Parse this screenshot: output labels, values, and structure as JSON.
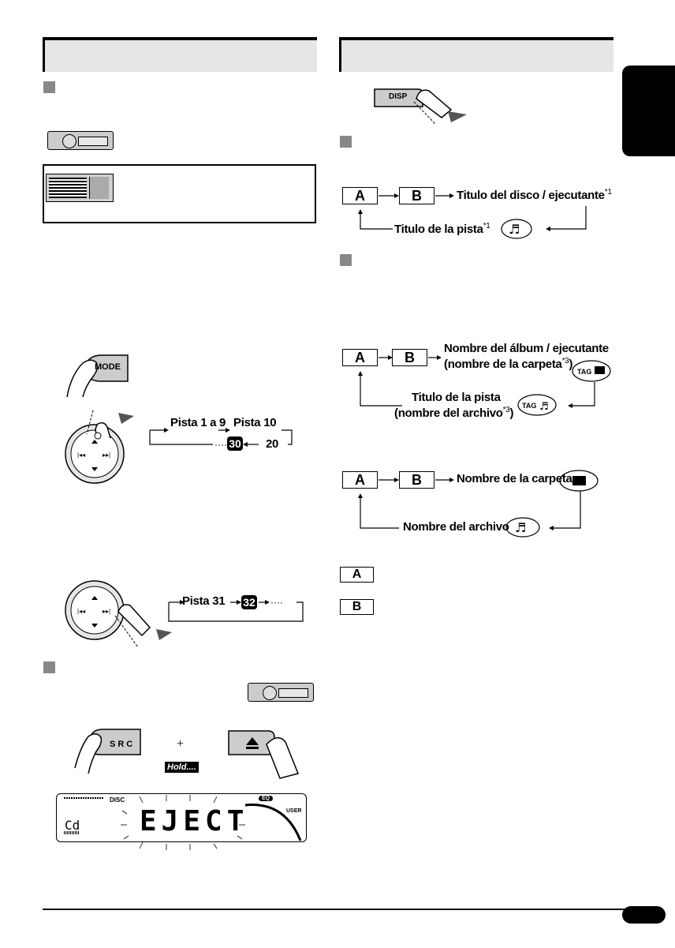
{
  "labels": {
    "pista_1_9": "Pista 1 a 9",
    "pista_10": "Pista 10",
    "pista_20": "20",
    "pista_30": "30",
    "pista_31": "Pista 31",
    "pista_32": "32",
    "hold": "Hold....",
    "plus": "+",
    "mode_btn": "MODE",
    "disp_btn": "DISP",
    "src_btn": "SRC",
    "tag": "TAG"
  },
  "display": {
    "disc": "DISC",
    "eq": "EQ",
    "user": "USER",
    "cd": "Cd",
    "eject": "EJECT"
  },
  "diagram_cd": {
    "box_a": "A",
    "box_b": "B",
    "title_disc": "Titulo del disco / ejecutante",
    "title_disc_note": "*1",
    "track_title": "Titulo de la pista",
    "track_title_note": "*1"
  },
  "diagram_tag": {
    "box_a": "A",
    "box_b": "B",
    "album": "Nombre del álbum / ejecutante",
    "folder_name": "(nombre de la carpeta",
    "folder_note": "*3",
    "track_title": "Titulo de la pista",
    "file_name": "(nombre del archivo",
    "file_note": "*3"
  },
  "diagram_file": {
    "box_a": "A",
    "box_b": "B",
    "folder": "Nombre de la carpeta",
    "file": "Nombre del archivo"
  },
  "legend": {
    "a": "A",
    "b": "B"
  }
}
